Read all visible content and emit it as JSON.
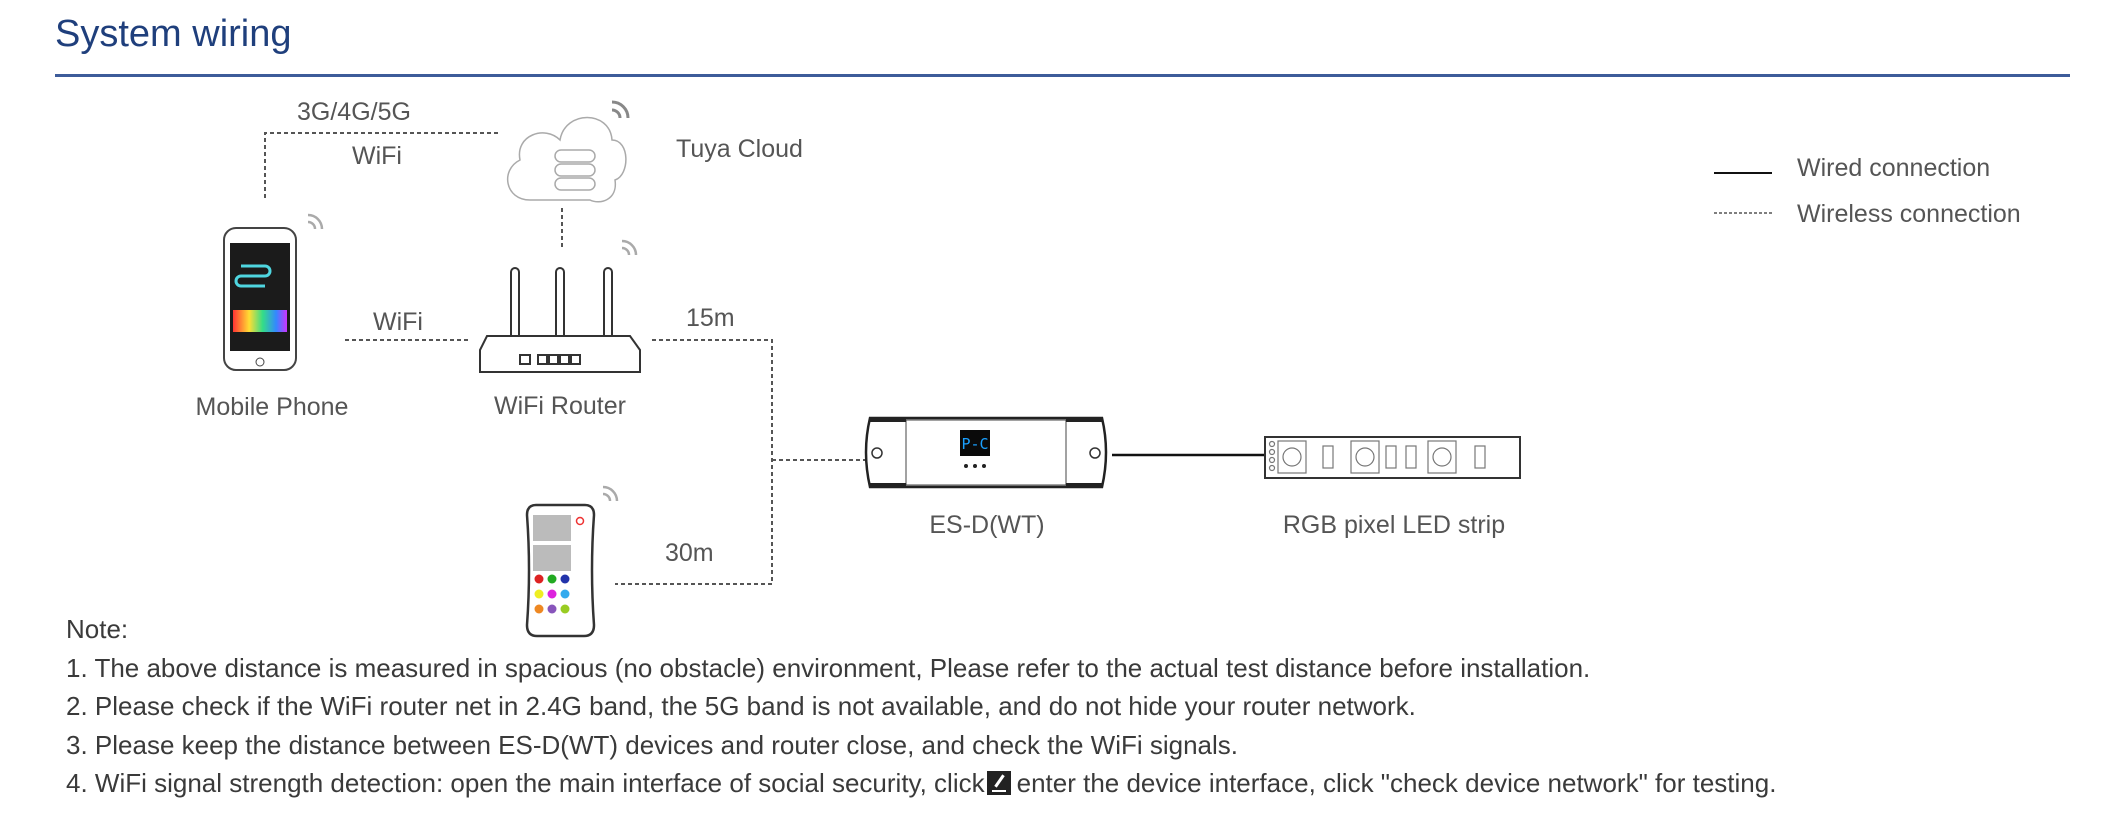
{
  "header": {
    "title": "System wiring",
    "accent_color": "#1f3f7c"
  },
  "diagram": {
    "link_phone_cloud_top": "3G/4G/5G",
    "link_phone_cloud_bottom": "WiFi",
    "cloud_label": "Tuya Cloud",
    "phone_label": "Mobile Phone",
    "phone_router_link": "WiFi",
    "router_label": "WiFi Router",
    "router_distance": "15m",
    "remote_distance": "30m",
    "controller_label": "ES-D(WT)",
    "controller_display": "P-C",
    "strip_label": "RGB pixel LED strip"
  },
  "legend": {
    "wired": "Wired connection",
    "wireless": "Wireless connection"
  },
  "notes": {
    "heading": "Note:",
    "items": [
      "1. The above distance is measured in spacious (no obstacle) environment, Please refer to the actual test distance before installation.",
      "2. Please check if the WiFi router net in 2.4G band, the 5G band is not available, and do not hide your router network.",
      "3. Please keep the distance between ES-D(WT) devices and router close, and check the WiFi signals."
    ],
    "item4_before": "4. WiFi signal strength detection: open the main interface of social security, click",
    "item4_after": "enter the device interface, click \"check device network\" for testing."
  }
}
